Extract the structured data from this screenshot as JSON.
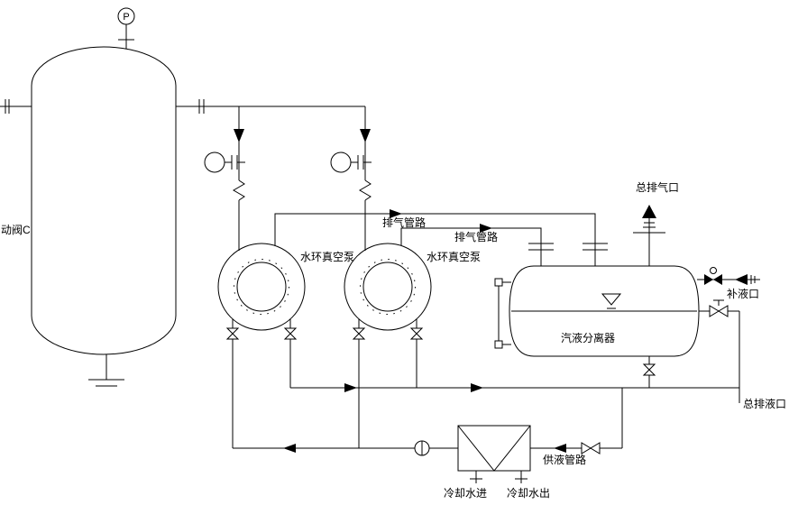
{
  "diagram": {
    "colors": {
      "pipe": "#000000",
      "supply_green": "#00c000",
      "drain_cyan": "#00dede"
    },
    "labels": {
      "pressure_gauge": "P",
      "left_valve": "动阀C",
      "pump1": "水环真空泵",
      "pump2": "水环真空泵",
      "exhaust_line_a": "排气管路",
      "exhaust_line_b": "排气管路",
      "main_exhaust_port": "总排气口",
      "separator": "汽液分离器",
      "makeup_port": "补液口",
      "main_drain_port": "总排液口",
      "supply_line": "供液管路",
      "cooling_in": "冷却水进",
      "cooling_out": "冷却水出"
    }
  }
}
